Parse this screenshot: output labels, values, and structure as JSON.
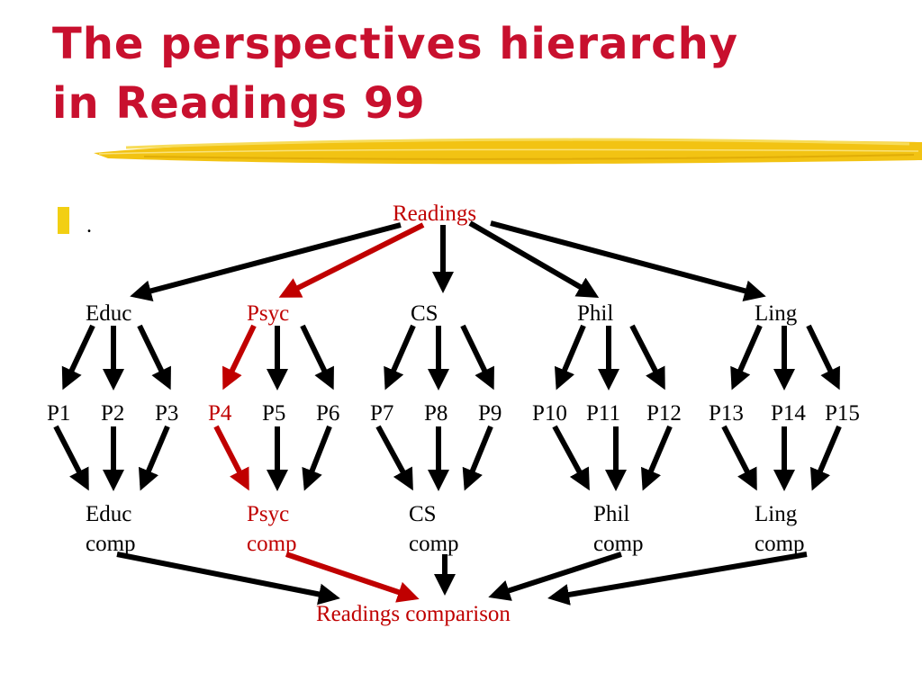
{
  "slide": {
    "title_lines": [
      "The perspectives hierarchy",
      "in Readings 99"
    ],
    "bullet_text": ".",
    "colors": {
      "title": "#c8102e",
      "highlight": "#c00000",
      "normal": "#000000",
      "brush": "#f2c313",
      "bullet": "#f2cf13"
    }
  },
  "diagram": {
    "nodes": {
      "readings": "Readings",
      "educ": "Educ",
      "psyc": "Psyc",
      "cs": "CS",
      "phil": "Phil",
      "ling": "Ling",
      "p1": "P1",
      "p2": "P2",
      "p3": "P3",
      "p4": "P4",
      "p5": "P5",
      "p6": "P6",
      "p7": "P7",
      "p8": "P8",
      "p9": "P9",
      "p10": "P10",
      "p11": "P11",
      "p12": "P12",
      "p13": "P13",
      "p14": "P14",
      "p15": "P15",
      "educ_comp": [
        "Educ",
        "comp"
      ],
      "psyc_comp": [
        "Psyc",
        "comp"
      ],
      "cs_comp": [
        "CS",
        "comp"
      ],
      "phil_comp": [
        "Phil",
        "comp"
      ],
      "ling_comp": [
        "Ling",
        "comp"
      ],
      "readings_comparison": "Readings comparison"
    },
    "highlighted": [
      "readings",
      "psyc",
      "p4",
      "psyc_comp",
      "readings_comparison"
    ]
  }
}
